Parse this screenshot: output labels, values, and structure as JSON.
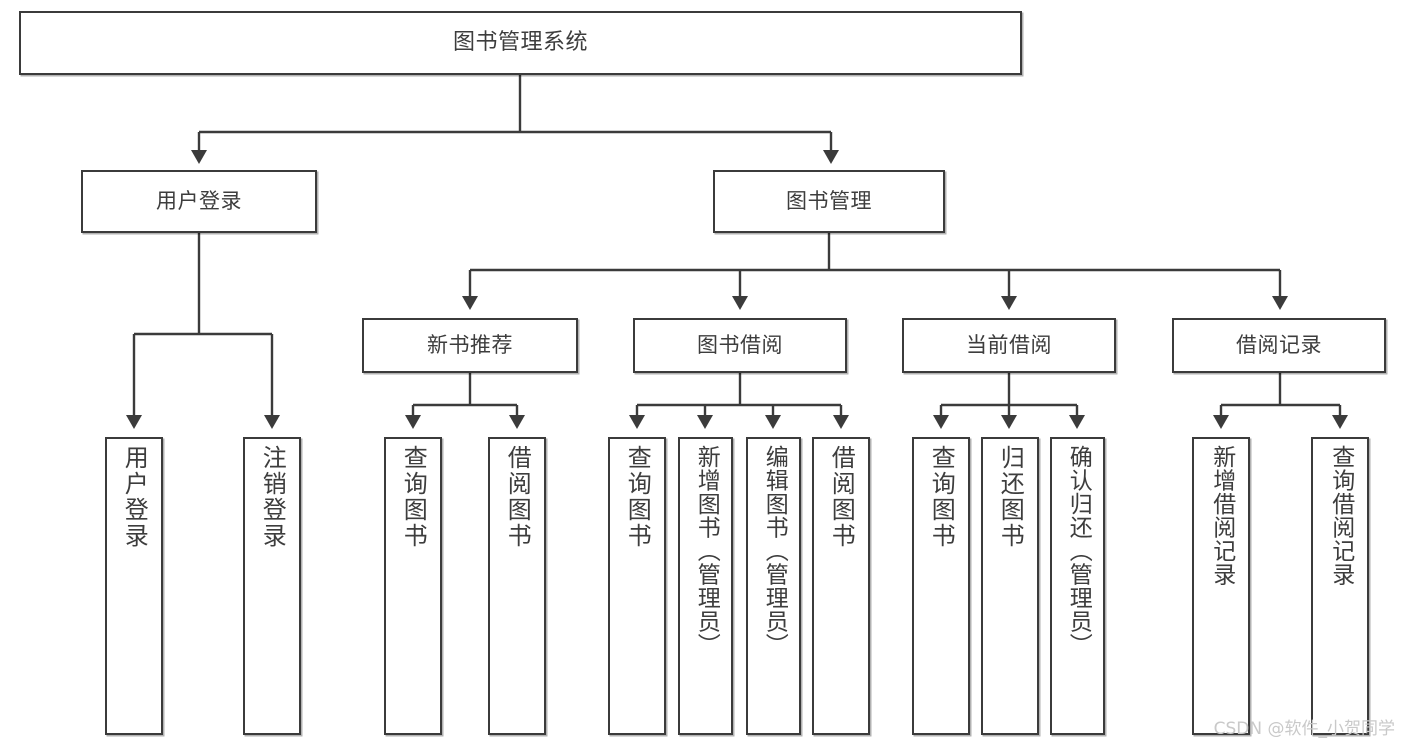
{
  "diagram": {
    "type": "tree-hierarchy",
    "title": "图书管理系统",
    "watermark": "CSDN @软件_小贺同学",
    "colors": {
      "box_border": "#3b3b3b",
      "box_fill": "#ffffff",
      "connector": "#3b3b3b",
      "text": "#3d3d3d",
      "watermark": "#c9c9c9",
      "background": "#ffffff"
    },
    "nodes": {
      "root": {
        "label": "图书管理系统"
      },
      "level1": [
        {
          "id": "user-login",
          "label": "用户登录"
        },
        {
          "id": "book-manage",
          "label": "图书管理"
        }
      ],
      "level2": [
        {
          "id": "new-book-recommend",
          "label": "新书推荐"
        },
        {
          "id": "book-borrow",
          "label": "图书借阅"
        },
        {
          "id": "current-borrow",
          "label": "当前借阅"
        },
        {
          "id": "borrow-record",
          "label": "借阅记录"
        }
      ],
      "leaves": {
        "user-login": [
          {
            "id": "leaf-user-login",
            "label": "用户登录"
          },
          {
            "id": "leaf-logout-login",
            "label": "注销登录"
          }
        ],
        "new-book-recommend": [
          {
            "id": "leaf-query-book-1",
            "label": "查询图书"
          },
          {
            "id": "leaf-borrow-book-1",
            "label": "借阅图书"
          }
        ],
        "book-borrow": [
          {
            "id": "leaf-query-book-2",
            "label": "查询图书"
          },
          {
            "id": "leaf-add-book",
            "label": "新增图书（管理员）"
          },
          {
            "id": "leaf-edit-book",
            "label": "编辑图书（管理员）"
          },
          {
            "id": "leaf-borrow-book-2",
            "label": "借阅图书"
          }
        ],
        "current-borrow": [
          {
            "id": "leaf-query-book-3",
            "label": "查询图书"
          },
          {
            "id": "leaf-return-book",
            "label": "归还图书"
          },
          {
            "id": "leaf-confirm-return",
            "label": "确认归还（管理员）"
          }
        ],
        "borrow-record": [
          {
            "id": "leaf-add-record",
            "label": "新增借阅记录"
          },
          {
            "id": "leaf-query-record",
            "label": "查询借阅记录"
          }
        ]
      }
    }
  }
}
